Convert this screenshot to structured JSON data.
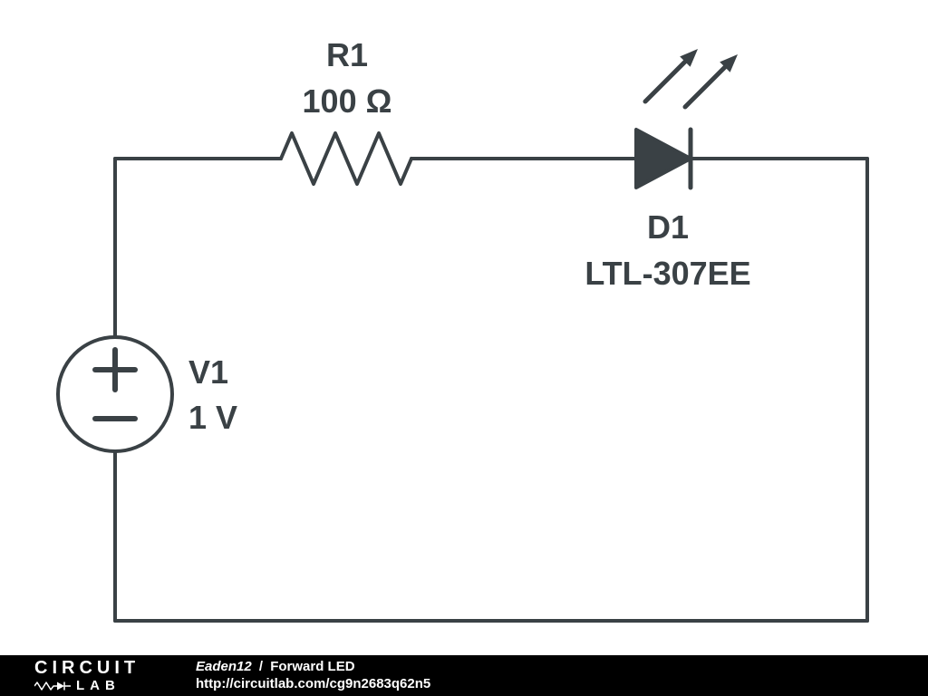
{
  "schematic": {
    "components": {
      "resistor": {
        "name": "R1",
        "value": "100 Ω"
      },
      "led": {
        "name": "D1",
        "value": "LTL-307EE"
      },
      "source": {
        "name": "V1",
        "value": "1 V"
      }
    }
  },
  "footer": {
    "logo": {
      "top": "CIRCUIT",
      "bottom": "LAB"
    },
    "author": "Eaden12",
    "separator": "/",
    "title": "Forward LED",
    "url": "http://circuitlab.com/cg9n2683q62n5"
  },
  "colors": {
    "line": "#3a4145",
    "footer_bg": "#000000",
    "footer_text": "#ffffff"
  }
}
